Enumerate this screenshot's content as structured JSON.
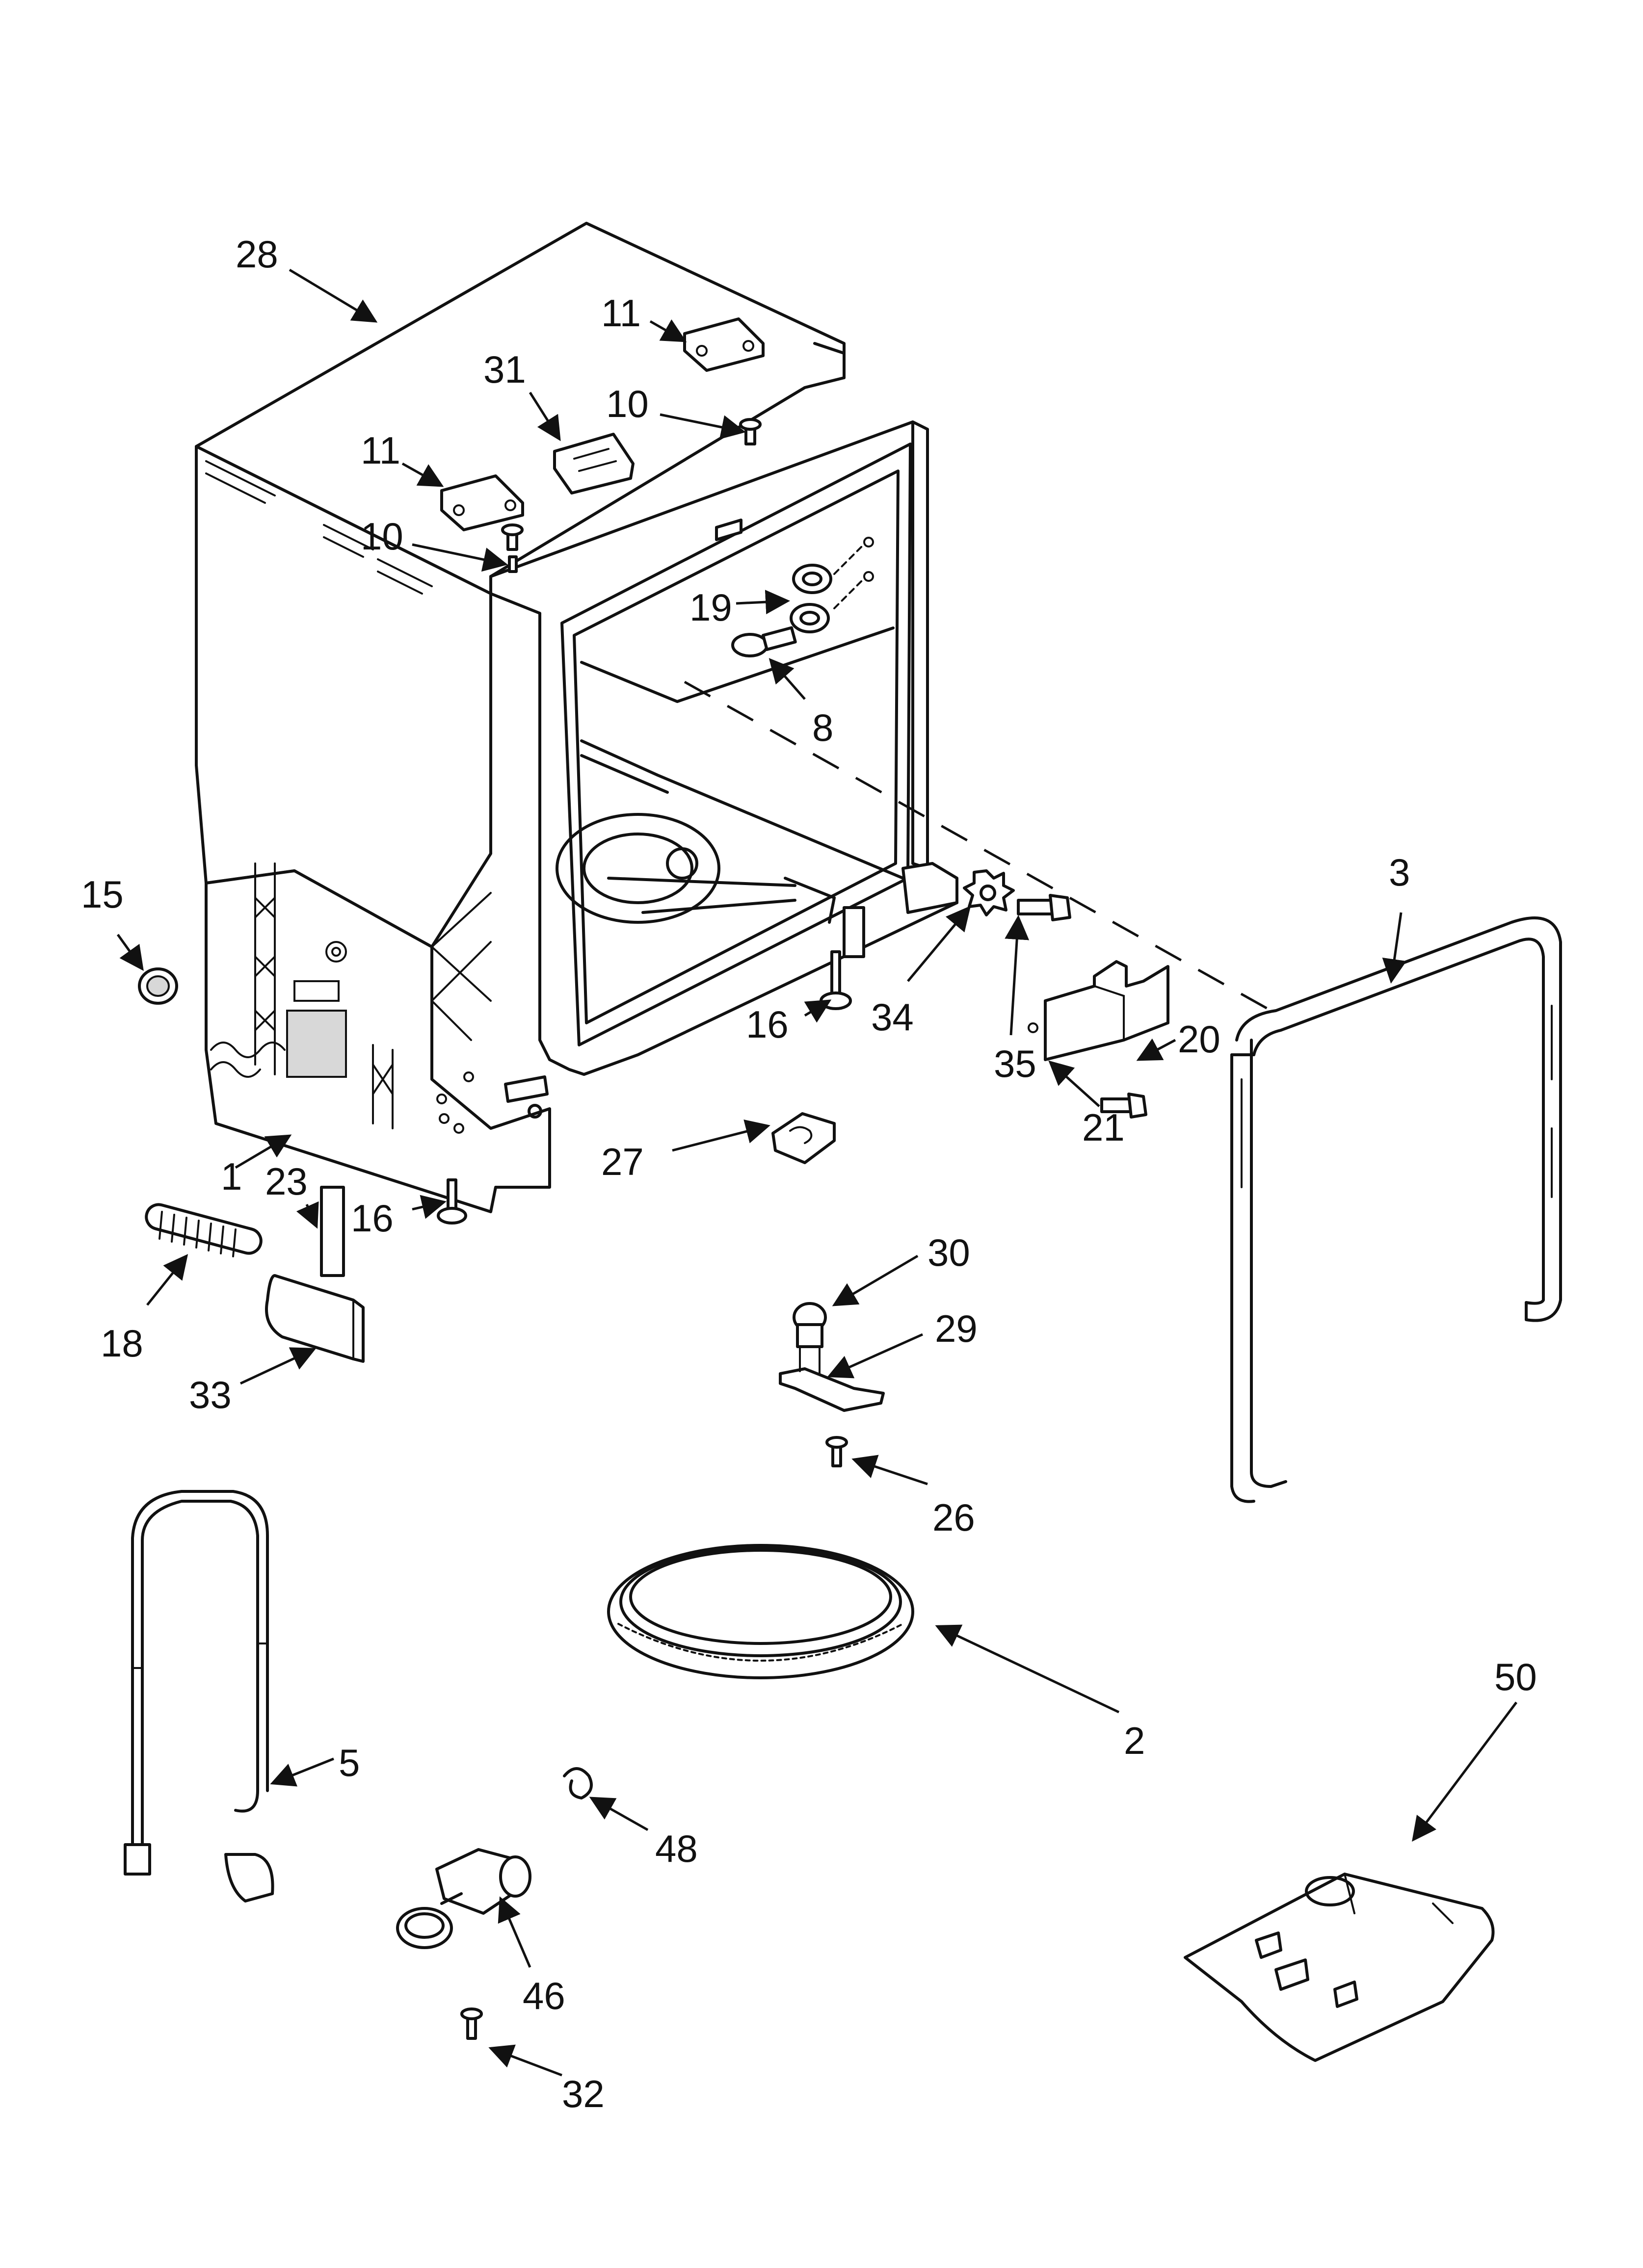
{
  "diagram": {
    "callouts": [
      {
        "id": "c28",
        "label": "28"
      },
      {
        "id": "c11a",
        "label": "11"
      },
      {
        "id": "c31",
        "label": "31"
      },
      {
        "id": "c10a",
        "label": "10"
      },
      {
        "id": "c11b",
        "label": "11"
      },
      {
        "id": "c10b",
        "label": "10"
      },
      {
        "id": "c19",
        "label": "19"
      },
      {
        "id": "c8",
        "label": "8"
      },
      {
        "id": "c15",
        "label": "15"
      },
      {
        "id": "c3",
        "label": "3"
      },
      {
        "id": "c16a",
        "label": "16"
      },
      {
        "id": "c34",
        "label": "34"
      },
      {
        "id": "c20",
        "label": "20"
      },
      {
        "id": "c35",
        "label": "35"
      },
      {
        "id": "c21",
        "label": "21"
      },
      {
        "id": "c27",
        "label": "27"
      },
      {
        "id": "c1",
        "label": "1"
      },
      {
        "id": "c23",
        "label": "23"
      },
      {
        "id": "c16b",
        "label": "16"
      },
      {
        "id": "c30",
        "label": "30"
      },
      {
        "id": "c29",
        "label": "29"
      },
      {
        "id": "c18",
        "label": "18"
      },
      {
        "id": "c33",
        "label": "33"
      },
      {
        "id": "c26",
        "label": "26"
      },
      {
        "id": "c2",
        "label": "2"
      },
      {
        "id": "c50",
        "label": "50"
      },
      {
        "id": "c5",
        "label": "5"
      },
      {
        "id": "c48",
        "label": "48"
      },
      {
        "id": "c46",
        "label": "46"
      },
      {
        "id": "c32",
        "label": "32"
      }
    ]
  }
}
